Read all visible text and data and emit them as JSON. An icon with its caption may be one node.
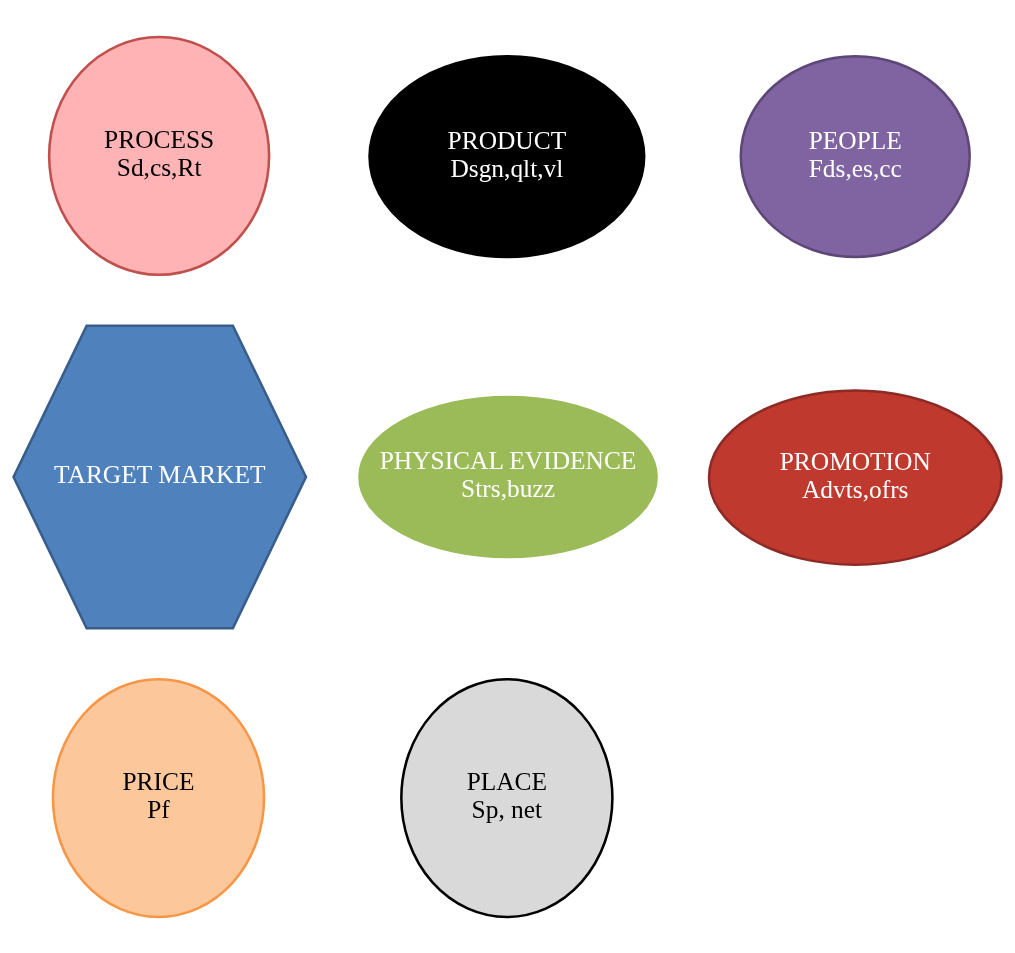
{
  "diagram": {
    "nodes": [
      {
        "text": [
          "PROCESS",
          "Sd,cs,Rt"
        ]
      },
      {
        "text": [
          "PRODUCT",
          "Dsgn,qlt,vl"
        ]
      },
      {
        "text": [
          "PEOPLE",
          "Fds,es,cc"
        ]
      },
      {
        "text": [
          "TARGET MARKET"
        ]
      },
      {
        "text": [
          "PHYSICAL EVIDENCE",
          "Strs,buzz"
        ]
      },
      {
        "text": [
          "PROMOTION",
          "Advts,ofrs"
        ]
      },
      {
        "text": [
          "PRICE",
          "Pf"
        ]
      },
      {
        "text": [
          "PLACE",
          "Sp, net"
        ]
      }
    ],
    "edges": []
  }
}
